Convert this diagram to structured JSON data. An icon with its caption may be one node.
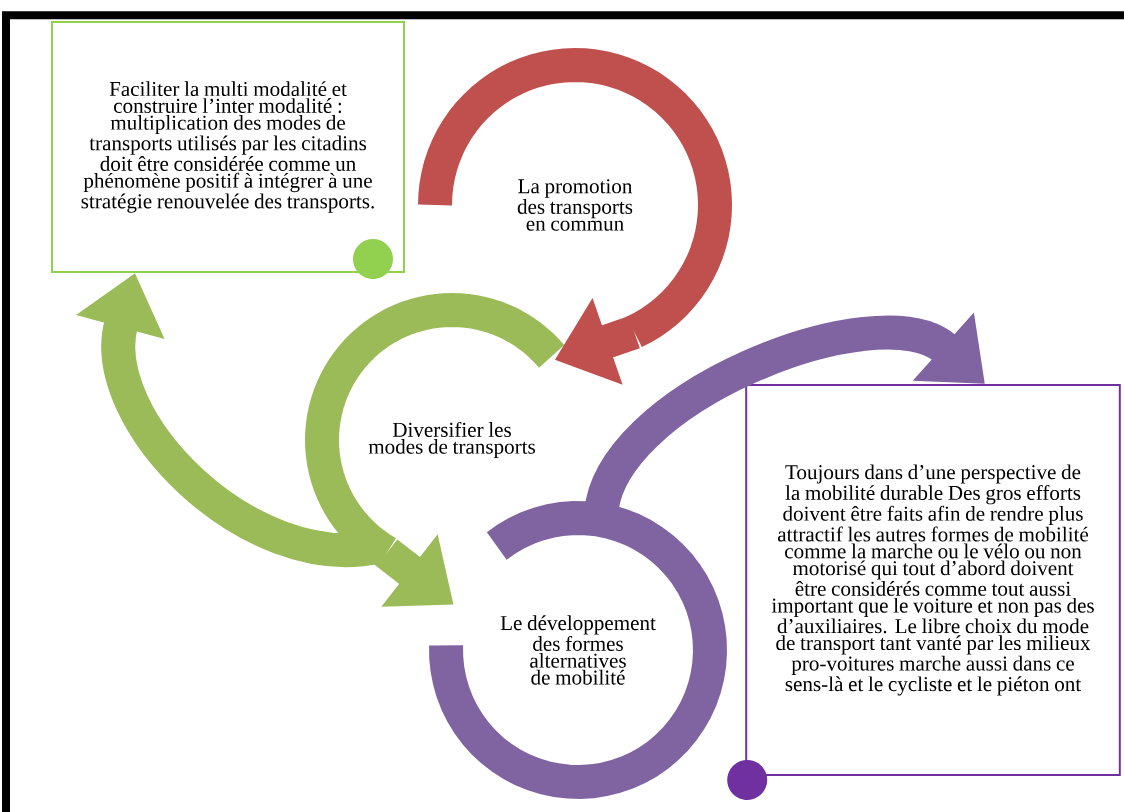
{
  "diagram": {
    "nodes": [
      {
        "text": [
          "Faciliter la multi modalité et construire l’inter modalité : multiplication des modes de transports utilisés par les citadins doit être considérée comme un phénomène positif à intégrer à une stratégie renouvelée des transports."
        ]
      },
      {
        "text": [
          "La promotion des transports en commun"
        ]
      },
      {
        "text": [
          "Diversifier les modes de transports"
        ]
      },
      {
        "text": [
          "Le développement des formes alternatives de mobilité"
        ]
      },
      {
        "text": [
          "Toujours dans d’une perspective de la mobilité durable Des gros efforts doivent être faits afin de rendre plus attractif les autres formes de mobilité comme la marche ou le vélo ou non motorisé qui tout d’abord doivent être considérés comme tout aussi important que le voiture et non pas des d’auxiliaires. Le libre choix du mode de transport tant vanté par les milieux pro-voitures marche aussi dans ce sens-là et le cycliste et le piéton ont"
        ]
      }
    ],
    "edges": [
      {
        "from": 1,
        "to": 2,
        "arrow": "to",
        "color": "#c0504d"
      },
      {
        "from": 2,
        "to": 3,
        "arrow": "to",
        "color": "#9bbb59"
      },
      {
        "from": 2,
        "to": 0,
        "arrow": "to",
        "color": "#9bbb59"
      },
      {
        "from": 3,
        "to": 4,
        "arrow": "to",
        "color": "#8064a2"
      }
    ]
  }
}
